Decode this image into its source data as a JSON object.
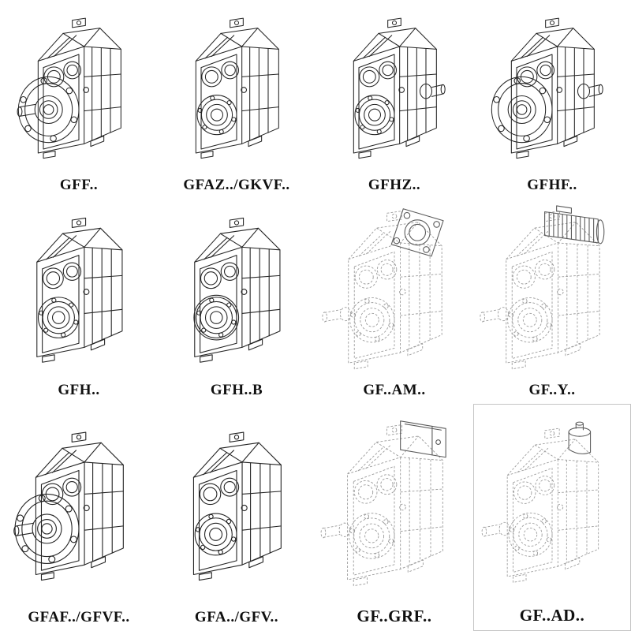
{
  "page": {
    "background": "#ffffff",
    "line_color": "#242424",
    "phantom_line_color": "#9b9b9b"
  },
  "catalog": {
    "description": "gear-unit-variant-grid",
    "cells": [
      {
        "label": "GFF..",
        "drawing": "flange-mounted-gearbox-icon"
      },
      {
        "label": "GFAZ../GKVF..",
        "drawing": "hollow-shaft-gearbox-icon"
      },
      {
        "label": "GFHZ..",
        "drawing": "hollow-shaft-gearbox-side-stub-icon"
      },
      {
        "label": "GFHF..",
        "drawing": "flange-gearbox-side-stub-icon"
      },
      {
        "label": "GFH..",
        "drawing": "foot-mounted-gearbox-icon"
      },
      {
        "label": "GFH..B",
        "drawing": "foot-mounted-gearbox-b-icon"
      },
      {
        "label": "GF..AM..",
        "drawing": "gearbox-with-adapter-flange-icon"
      },
      {
        "label": "GF..Y..",
        "drawing": "gearbox-with-motor-icon"
      },
      {
        "label": "GFAF../GFVF..",
        "drawing": "flange-mounted-gearbox-icon"
      },
      {
        "label": "GFA../GFV..",
        "drawing": "hollow-shaft-gearbox-icon"
      },
      {
        "label": "GF..GRF..",
        "drawing": "gearbox-with-input-box-icon"
      },
      {
        "label": "GF..AD..",
        "drawing": "gearbox-with-input-shaft-adapter-icon"
      }
    ]
  }
}
